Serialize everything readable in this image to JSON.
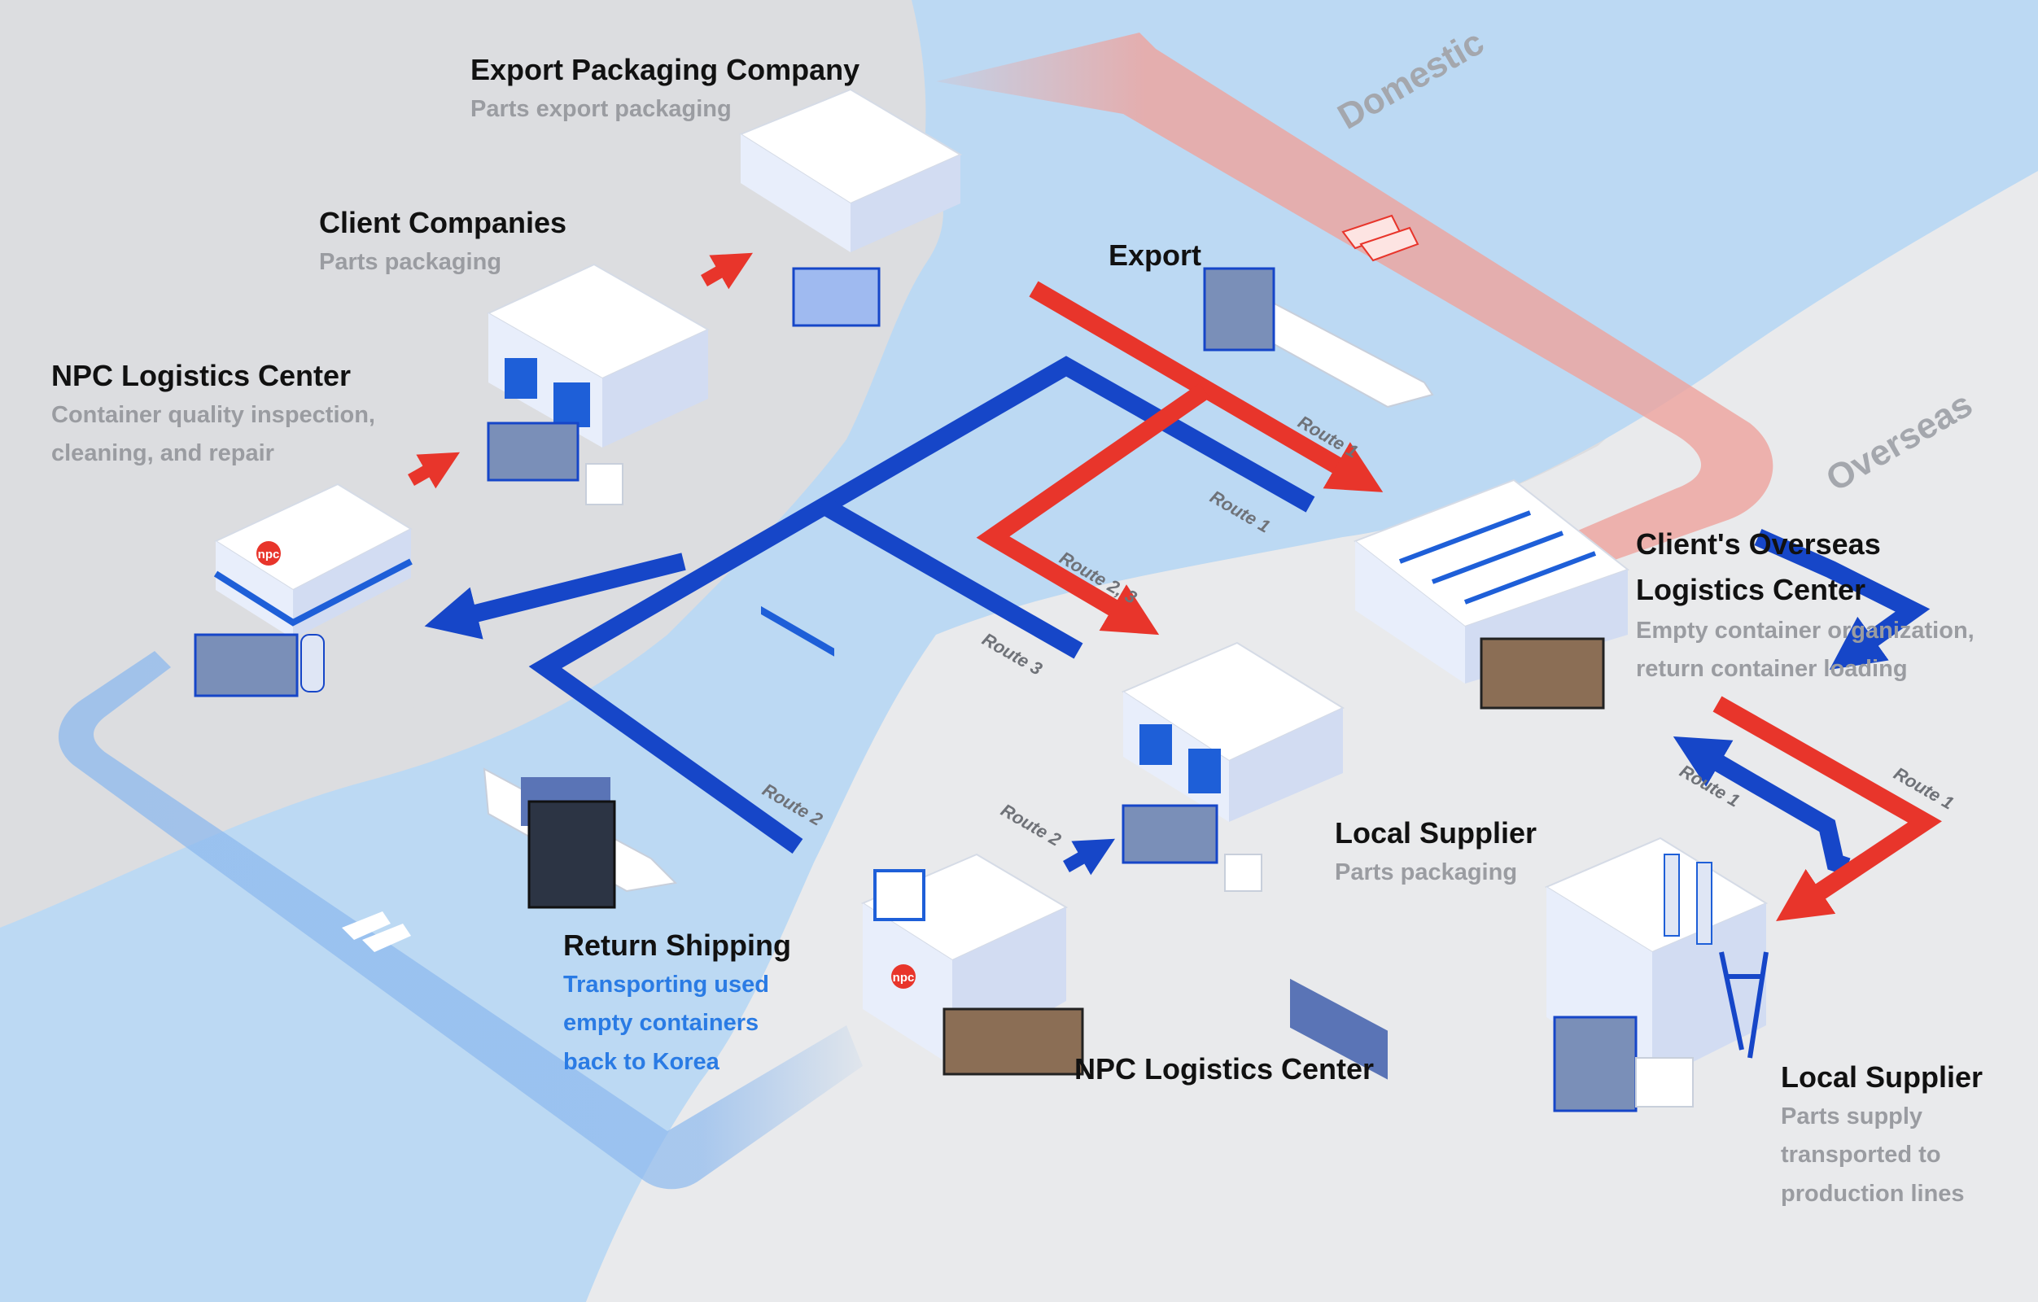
{
  "regions": {
    "domestic": "Domestic",
    "overseas": "Overseas"
  },
  "nodes": {
    "export_packaging": {
      "title": "Export Packaging Company",
      "desc": "Parts export packaging"
    },
    "client_companies": {
      "title": "Client Companies",
      "desc": "Parts packaging"
    },
    "npc_korea": {
      "title": "NPC Logistics Center",
      "desc_1": "Container quality inspection,",
      "desc_2": "cleaning, and repair"
    },
    "export": {
      "title": "Export"
    },
    "client_overseas": {
      "title_1": "Client's Overseas",
      "title_2": "Logistics Center",
      "desc_1": "Empty container organization,",
      "desc_2": "return container loading"
    },
    "local_supplier_1": {
      "title": "Local Supplier",
      "desc": "Parts packaging"
    },
    "return_shipping": {
      "title": "Return Shipping",
      "desc_1": "Transporting used",
      "desc_2": "empty containers",
      "desc_3": "back to Korea"
    },
    "npc_overseas": {
      "title": "NPC Logistics Center",
      "logo": "npc"
    },
    "local_supplier_2": {
      "title": "Local Supplier",
      "desc_1": "Parts supply",
      "desc_2": "transported to",
      "desc_3": "production lines"
    }
  },
  "npc_logo": "npc",
  "routes": {
    "r1_export": "Route 1",
    "r1_blue": "Route 1",
    "r23": "Route 2, 3",
    "r3": "Route 3",
    "r2_main": "Route 2",
    "r2_local": "Route 2",
    "r1_right_blue": "Route 1",
    "r1_right_red": "Route 1"
  },
  "colors": {
    "land": "#e9eaec",
    "land_dark": "#dcdde0",
    "sea": "#bcd9f3",
    "route_red": "#e8352b",
    "route_blue": "#1646c8",
    "domestic_band": "#eea39d",
    "return_band": "#8db9ee",
    "building": "#ffffff",
    "building_blue": "#1e5fd8"
  }
}
